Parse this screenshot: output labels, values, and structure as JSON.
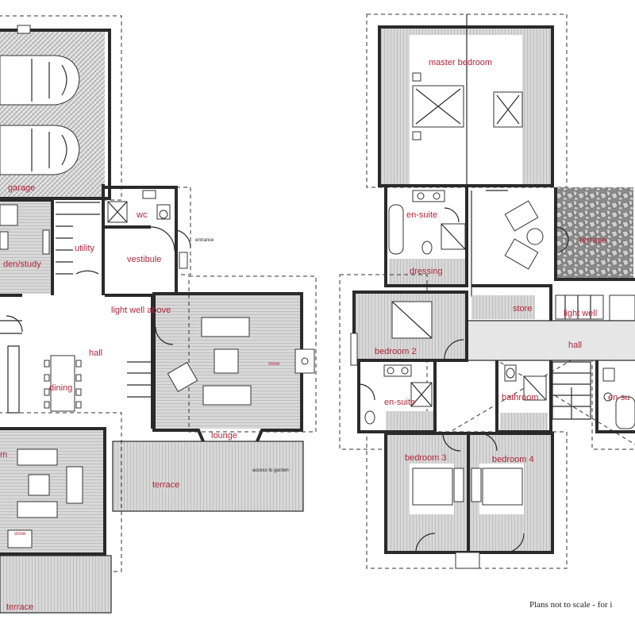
{
  "ground_floor": {
    "garage": "garage",
    "wc": "wc",
    "entrance": "entrance",
    "utility": "utility",
    "den_study": "den/study",
    "vestibule": "vestibule",
    "light_well_above": "light well above",
    "hall": "hall",
    "dining": "dining",
    "lounge": "lounge",
    "stove": "stove",
    "terrace": "terrace",
    "access_to_garden": "access to garden",
    "kitchen_partial": "m",
    "stove_lower": "stove",
    "terrace_lower": "terrace"
  },
  "first_floor": {
    "master_bedroom": "master bedroom",
    "en_suite_master": "en-suite",
    "terrace": "terrace",
    "dressing": "dressing",
    "store": "store",
    "light_well": "light well",
    "bedroom_2": "bedroom 2",
    "hall": "hall",
    "en_suite_2": "en-suite",
    "bathroom": "bathroom",
    "en_suite_right": "en-su",
    "bedroom_3": "bedroom 3",
    "bedroom_4": "bedroom 4"
  },
  "footer_note": "Plans not to scale - for i",
  "colors": {
    "wall": "#2a2a2a",
    "floor": "#cfcfcf",
    "label": "#b0263a"
  }
}
